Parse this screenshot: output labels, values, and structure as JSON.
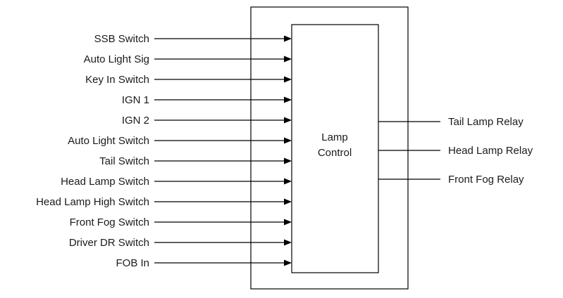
{
  "block": {
    "title_line1": "Lamp",
    "title_line2": "Control"
  },
  "inputs": [
    "SSB Switch",
    "Auto Light Sig",
    "Key In Switch",
    "IGN 1",
    "IGN 2",
    "Auto Light Switch",
    "Tail Switch",
    "Head Lamp Switch",
    "Head Lamp High Switch",
    "Front Fog Switch",
    "Driver DR Switch",
    "FOB In"
  ],
  "outputs": [
    "Tail Lamp Relay",
    "Head Lamp Relay",
    "Front Fog Relay"
  ]
}
